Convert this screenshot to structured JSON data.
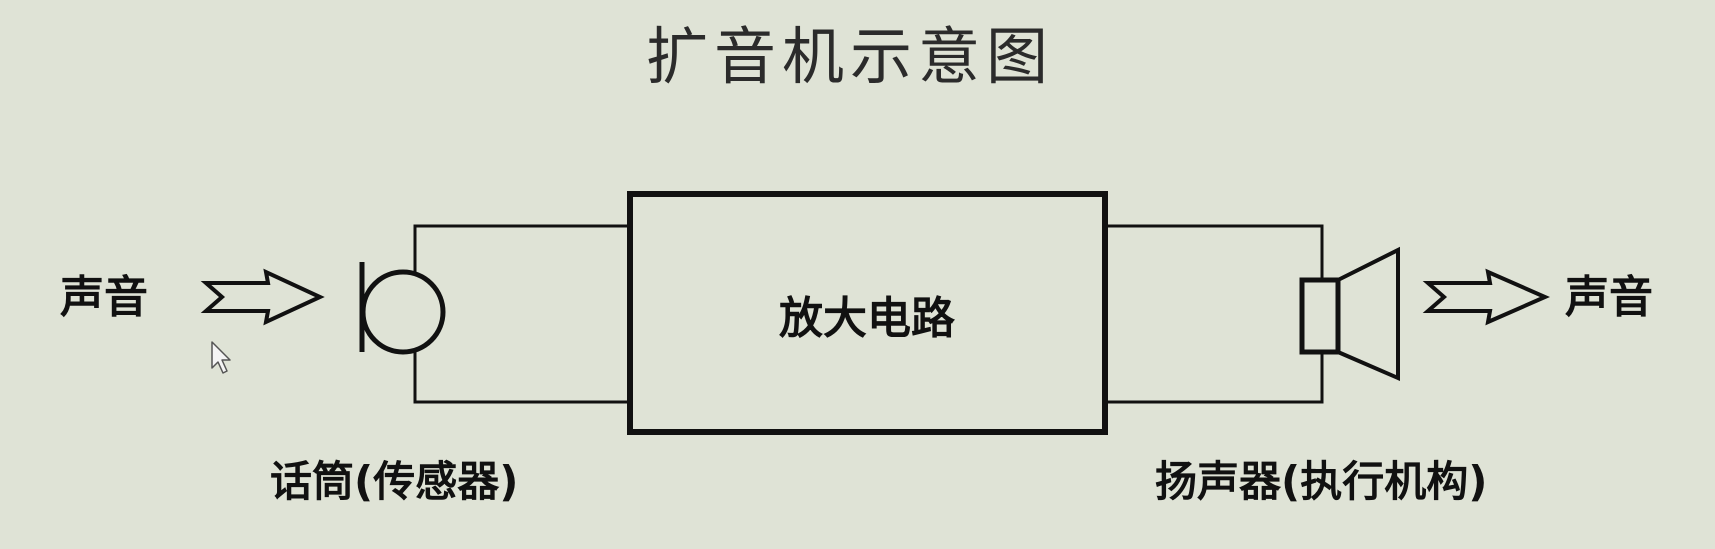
{
  "diagram": {
    "title": "扩音机示意图",
    "input_sound_label": "声音",
    "output_sound_label": "声音",
    "amplifier_label": "放大电路",
    "microphone_caption": "话筒(传感器)",
    "speaker_caption": "扬声器(执行机构)"
  },
  "colors": {
    "background": "#dfe3d6",
    "line": "#111111",
    "title": "#2b2b2b"
  },
  "icons": {
    "microphone": "microphone-icon",
    "speaker": "speaker-icon",
    "input_arrow": "hollow-right-arrow-icon",
    "output_arrow": "hollow-right-arrow-icon",
    "cursor": "mouse-pointer-icon"
  }
}
